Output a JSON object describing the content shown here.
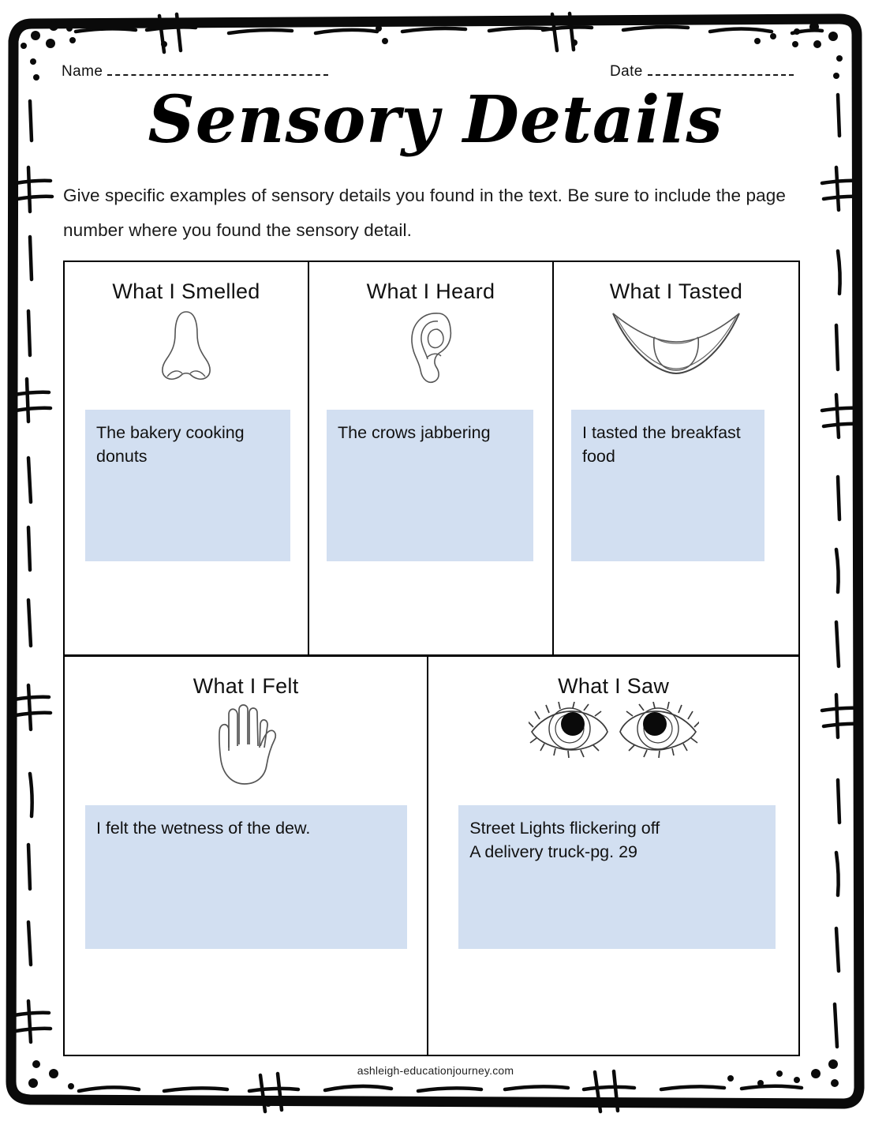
{
  "header": {
    "name_label": "Name",
    "date_label": "Date",
    "title": "Sensory Details",
    "instructions": "Give specific examples of sensory details you found in the text. Be sure to include the page number where you found the sensory detail."
  },
  "table": {
    "row_top": [
      {
        "title": "What I Smelled",
        "icon": "nose-icon",
        "answer": "The bakery cooking donuts"
      },
      {
        "title": "What I Heard",
        "icon": "ear-icon",
        "answer": "The crows jabbering"
      },
      {
        "title": "What I Tasted",
        "icon": "mouth-tongue-icon",
        "answer": "I tasted the breakfast food"
      }
    ],
    "row_bottom": [
      {
        "title": "What I Felt",
        "icon": "hand-icon",
        "answer": "I felt the wetness of the dew."
      },
      {
        "title": "What I Saw",
        "icon": "eyes-icon",
        "answer": "Street Lights flickering off\nA delivery truck-pg. 29"
      }
    ]
  },
  "footer": {
    "credit": "ashleigh-educationjourney.com"
  },
  "colors": {
    "answer_box_fill": "#d2dff1",
    "ink": "#000000",
    "page_background": "#ffffff"
  }
}
